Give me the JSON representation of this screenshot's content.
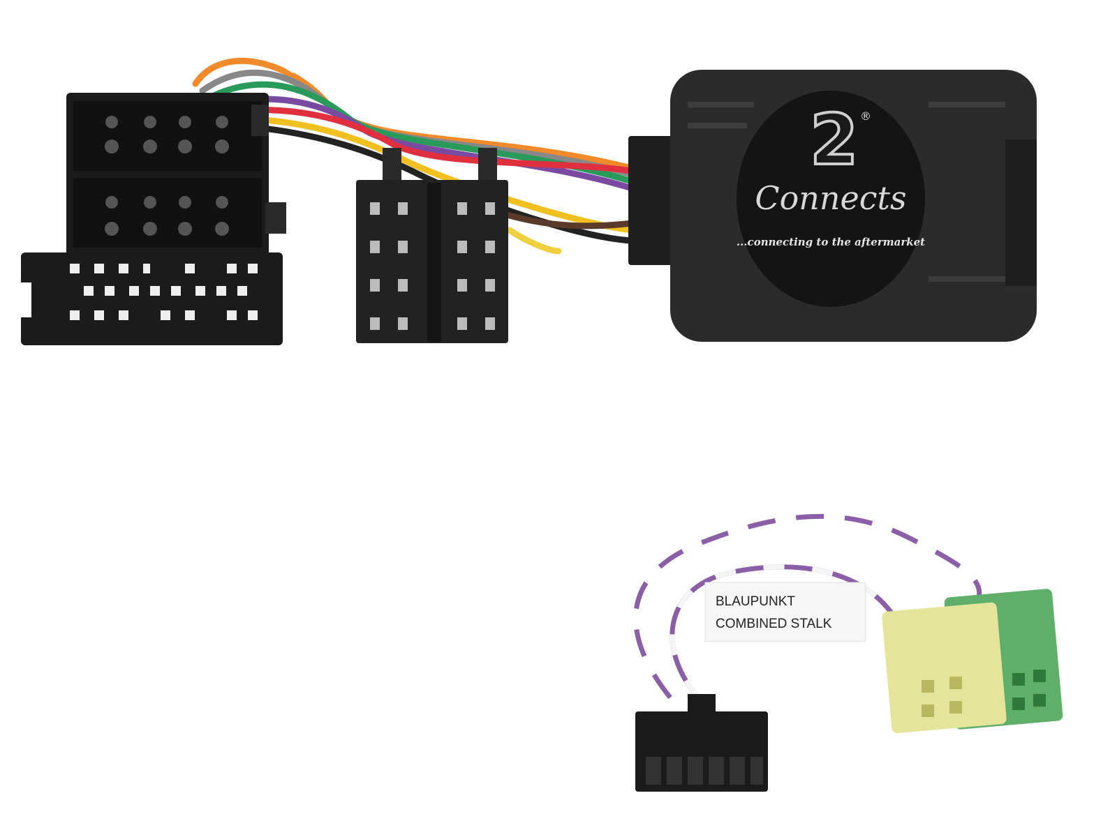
{
  "product": {
    "logo": {
      "script": "Connects",
      "numeral": "2",
      "registered": "®"
    },
    "tagline": "...connecting to the aftermarket",
    "cable_label": {
      "line1": "BLAUPUNKT",
      "line2": "COMBINED STALK"
    }
  },
  "colors": {
    "background": "#ffffff",
    "connector_black": "#1b1b1b",
    "module_body": "#2b2b2b",
    "wire_purple": "#8b5ea8",
    "connector_yellow": "#e4e59a",
    "connector_green": "#5fae6a"
  }
}
